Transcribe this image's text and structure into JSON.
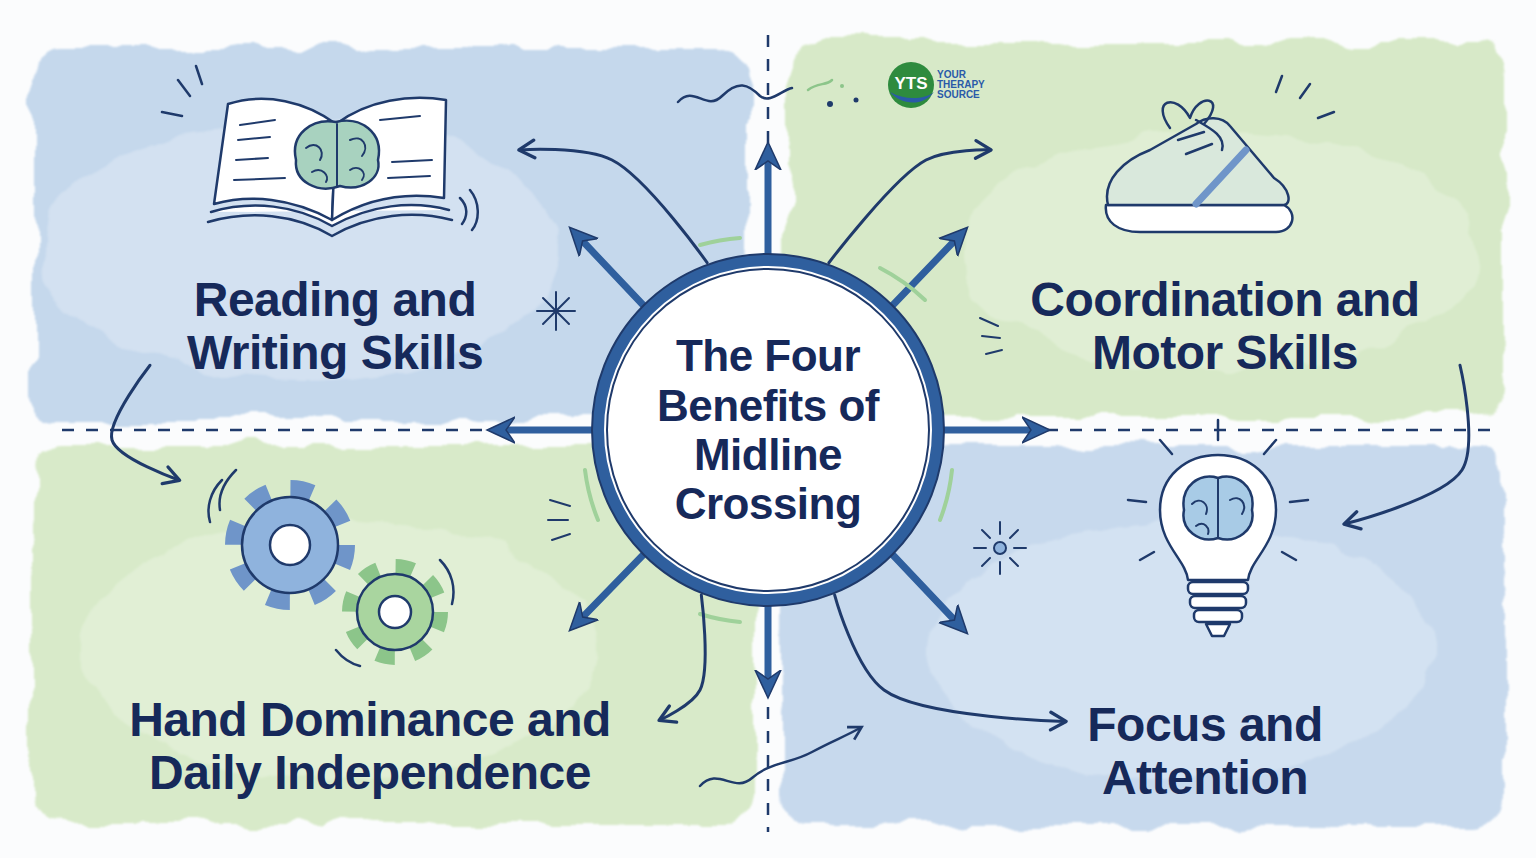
{
  "diagram": {
    "nodes": [
      {
        "text": [
          "Reading and Writing Skills"
        ]
      },
      {
        "text": [
          "The Four Benefits of Midline Crossing"
        ]
      },
      {
        "text": [
          "Coordination and Motor Skills"
        ]
      },
      {
        "text": [
          "Hand Dominance and Daily Independence"
        ]
      },
      {
        "text": [
          "Focus and Attention"
        ]
      }
    ],
    "edges": [
      {
        "from": 1,
        "to": 0,
        "arrow": "to"
      },
      {
        "from": 1,
        "to": 2,
        "arrow": "to"
      },
      {
        "from": 0,
        "to": 3,
        "arrow": "to"
      },
      {
        "from": 2,
        "to": 4,
        "arrow": "to"
      },
      {
        "from": 1,
        "to": 3,
        "arrow": "to"
      },
      {
        "from": 1,
        "to": 4,
        "arrow": "to"
      }
    ],
    "labels": [
      "YTS",
      "YOUR THERAPY SOURCE"
    ]
  }
}
